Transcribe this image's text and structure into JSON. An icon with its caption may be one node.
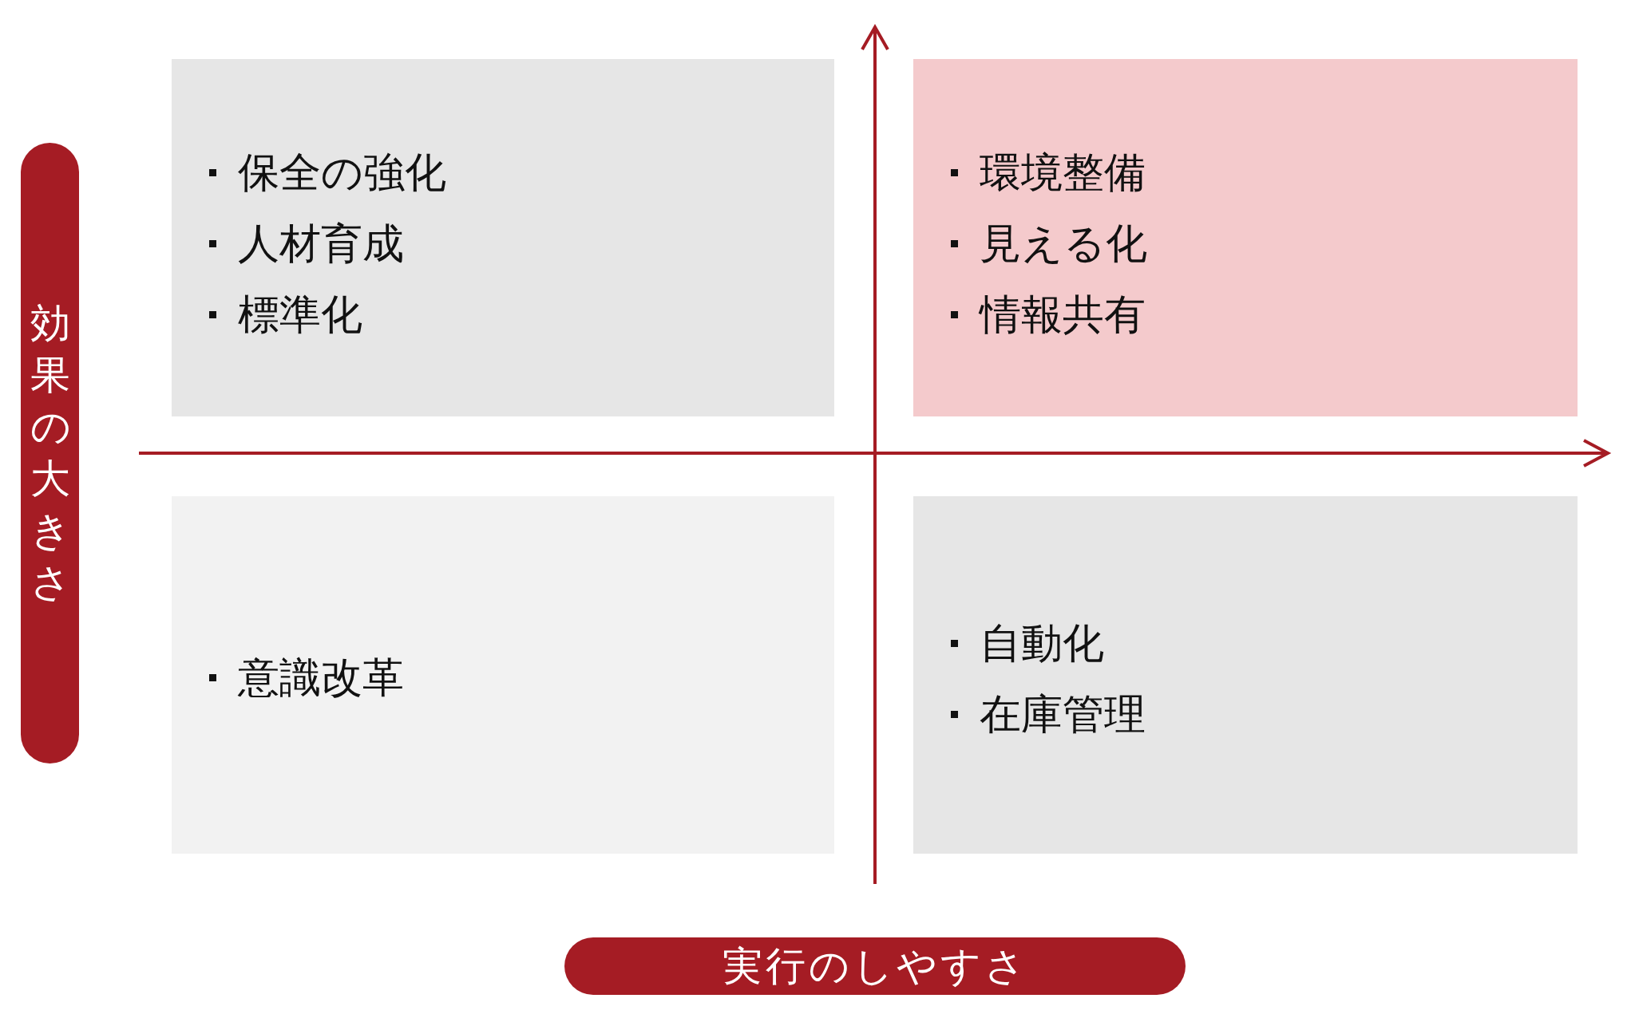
{
  "diagram": {
    "nodes": [
      {
        "text": [
          "保全の強化",
          "人材育成",
          "標準化"
        ]
      },
      {
        "text": [
          "環境整備",
          "見える化",
          "情報共有"
        ]
      },
      {
        "text": [
          "意識改革"
        ]
      },
      {
        "text": [
          "自動化",
          "在庫管理"
        ]
      },
      {
        "text": [
          "効果の大きさ"
        ]
      },
      {
        "text": [
          "実行のしやすさ"
        ]
      }
    ]
  }
}
